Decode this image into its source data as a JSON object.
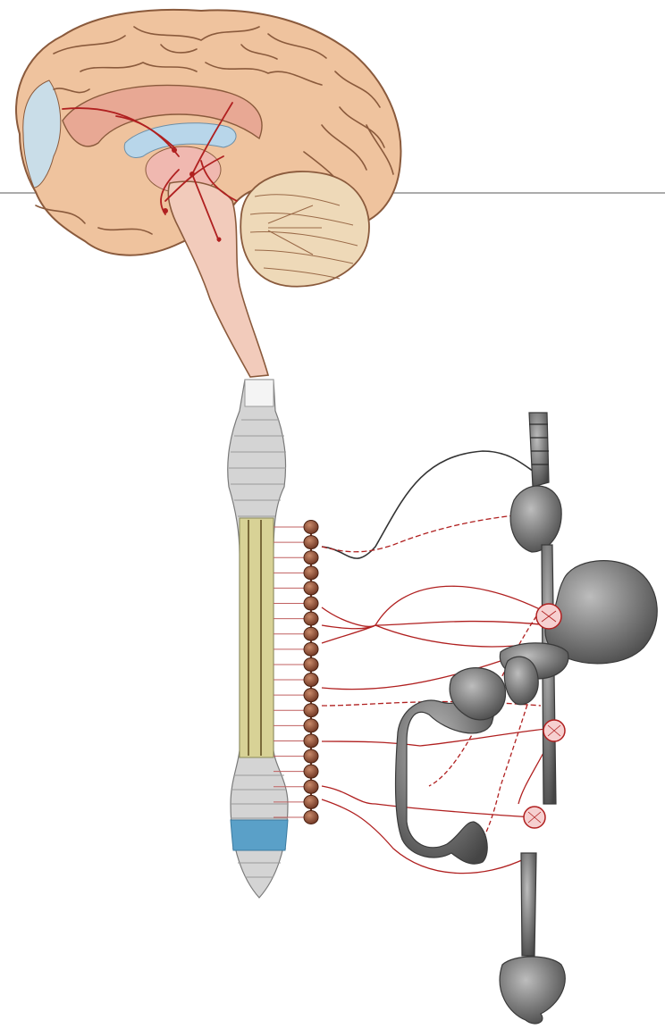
{
  "colors": {
    "background": "#ffffff",
    "cortex": "#efc39e",
    "cortex_outline": "#8a5a3c",
    "frontal_blue": "#c9dde8",
    "corpus_callosum": "#e8a894",
    "ventricle": "#b8d6ea",
    "brainstem": "#f2cbbb",
    "cerebellum": "#eed9b8",
    "spinal_cord_gray": "#d4d4d4",
    "thoracic_yellow": "#d8d296",
    "sacral_blue": "#5aa0c8",
    "ganglion": "#8b4a32",
    "nerve_red": "#b02020",
    "organ_gray": "#7a7a7a",
    "horizontal_rule": "#7a7a7a"
  },
  "icons": [
    "brain-illustration",
    "spinal-cord-illustration",
    "sympathetic-chain-illustration",
    "organs-illustration"
  ]
}
